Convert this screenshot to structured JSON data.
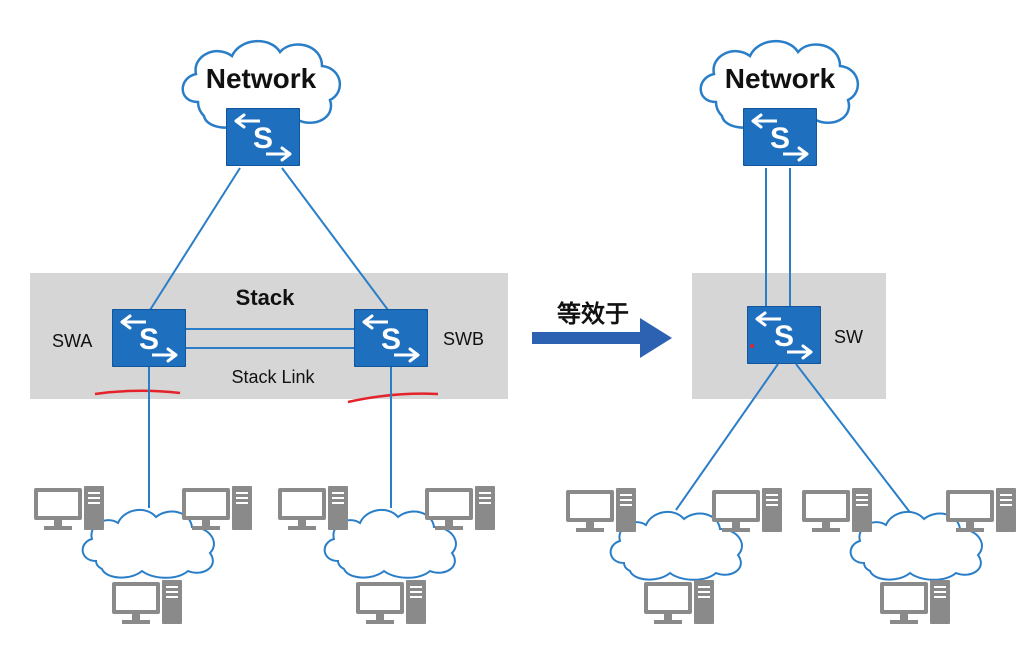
{
  "left": {
    "network_label": "Network",
    "stack_label": "Stack",
    "stack_link_label": "Stack Link",
    "switch_a_label": "SWA",
    "switch_b_label": "SWB"
  },
  "arrow_label": "等效于",
  "right": {
    "network_label": "Network",
    "switch_label": "SW"
  },
  "icons": {
    "switch_glyph": "S"
  },
  "colors": {
    "switch_blue": "#1f6fbf",
    "link_blue": "#2a7ec8",
    "stack_gray": "#d6d6d6",
    "arrow_blue": "#2d62b3",
    "underline_red": "#e4222a",
    "pc_gray": "#8a8a8a"
  }
}
